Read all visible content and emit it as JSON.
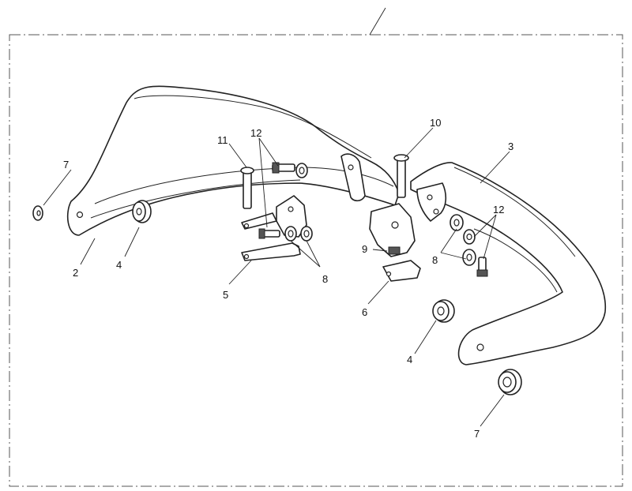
{
  "callouts": {
    "c7_left": "7",
    "c2": "2",
    "c4_left": "4",
    "c11": "11",
    "c12_top": "12",
    "c5": "5",
    "c8_mid": "8",
    "c10": "10",
    "c9": "9",
    "c6": "6",
    "c3": "3",
    "c12_right": "12",
    "c8_right": "8",
    "c4_right": "4",
    "c7_right": "7"
  },
  "colors": {
    "line": "#222222",
    "background": "#ffffff"
  }
}
